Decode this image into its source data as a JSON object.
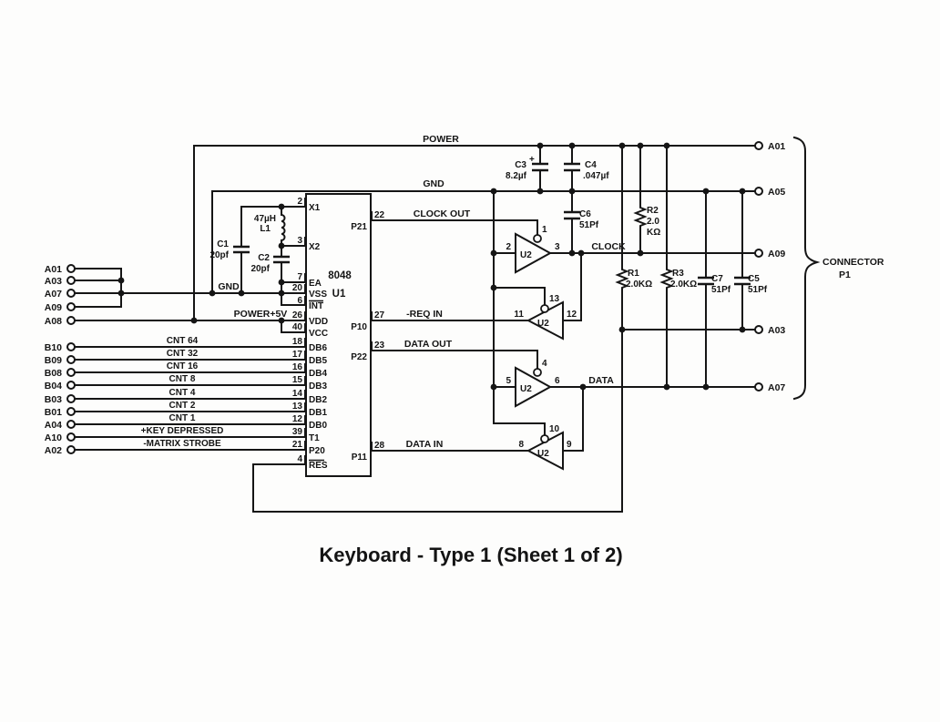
{
  "title": "Keyboard - Type 1 (Sheet 1 of 2)",
  "rails": {
    "power": "POWER",
    "gnd": "GND",
    "gnd_left": "GND",
    "power_5v": "POWER+5V"
  },
  "nets": {
    "clock": "CLOCK",
    "data": "DATA"
  },
  "connector": {
    "name": "CONNECTOR",
    "ref": "P1"
  },
  "ic": {
    "part": "8048",
    "ref": "U1",
    "pins_left": [
      {
        "num": "2",
        "name": "X1"
      },
      {
        "num": "3",
        "name": "X2"
      },
      {
        "num": "7",
        "name": "EA"
      },
      {
        "num": "20",
        "name": "VSS"
      },
      {
        "num": "6",
        "name": "INT"
      },
      {
        "num": "26",
        "name": "VDD"
      },
      {
        "num": "40",
        "name": "VCC"
      },
      {
        "num": "18",
        "name": "DB6"
      },
      {
        "num": "17",
        "name": "DB5"
      },
      {
        "num": "16",
        "name": "DB4"
      },
      {
        "num": "15",
        "name": "DB3"
      },
      {
        "num": "14",
        "name": "DB2"
      },
      {
        "num": "13",
        "name": "DB1"
      },
      {
        "num": "12",
        "name": "DB0"
      },
      {
        "num": "39",
        "name": "T1"
      },
      {
        "num": "21",
        "name": "P20"
      },
      {
        "num": "4",
        "name": "RES"
      }
    ],
    "pins_right": [
      {
        "num": "22",
        "name": "P21",
        "signal": "CLOCK OUT"
      },
      {
        "num": "27",
        "name": "P10",
        "signal": "-REQ IN"
      },
      {
        "num": "23",
        "name": "P22",
        "signal": "DATA OUT"
      },
      {
        "num": "28",
        "name": "P11",
        "signal": "DATA IN"
      }
    ]
  },
  "left_terminals": [
    {
      "id": "A01"
    },
    {
      "id": "A03"
    },
    {
      "id": "A07"
    },
    {
      "id": "A09"
    },
    {
      "id": "A08"
    },
    {
      "id": "B10"
    },
    {
      "id": "B09"
    },
    {
      "id": "B08"
    },
    {
      "id": "B04"
    },
    {
      "id": "B03"
    },
    {
      "id": "B01"
    },
    {
      "id": "A04"
    },
    {
      "id": "A10"
    },
    {
      "id": "A02"
    }
  ],
  "bus_labels": [
    {
      "label": "CNT 64"
    },
    {
      "label": "CNT 32"
    },
    {
      "label": "CNT 16"
    },
    {
      "label": "CNT 8"
    },
    {
      "label": "CNT 4"
    },
    {
      "label": "CNT 2"
    },
    {
      "label": "CNT 1"
    },
    {
      "label": "+KEY DEPRESSED"
    },
    {
      "label": "-MATRIX STROBE"
    }
  ],
  "right_terminals": [
    {
      "id": "A01"
    },
    {
      "id": "A05"
    },
    {
      "id": "A09"
    },
    {
      "id": "A03"
    },
    {
      "id": "A07"
    }
  ],
  "buffers": {
    "ref": "U2",
    "b1": {
      "en": "1",
      "in": "2",
      "out": "3"
    },
    "b2": {
      "en": "13",
      "in": "12",
      "out": "11"
    },
    "b3": {
      "en": "4",
      "in": "5",
      "out": "6"
    },
    "b4": {
      "en": "10",
      "in": "9",
      "out": "8"
    }
  },
  "components": {
    "l1": {
      "ref": "L1",
      "value": "47µH"
    },
    "c1": {
      "ref": "C1",
      "value": "20pf"
    },
    "c2": {
      "ref": "C2",
      "value": "20pf"
    },
    "c3": {
      "ref": "C3",
      "value": "8.2µf",
      "polarity": "+"
    },
    "c4": {
      "ref": "C4",
      "value": ".047µf"
    },
    "c5": {
      "ref": "C5",
      "value": "51Pf"
    },
    "c6": {
      "ref": "C6",
      "value": "51Pf"
    },
    "c7": {
      "ref": "C7",
      "value": "51Pf"
    },
    "r1": {
      "ref": "R1",
      "value": "2.0KΩ"
    },
    "r2": {
      "ref": "R2",
      "value": "2.0",
      "unit": "KΩ"
    },
    "r3": {
      "ref": "R3",
      "value": "2.0KΩ"
    }
  }
}
